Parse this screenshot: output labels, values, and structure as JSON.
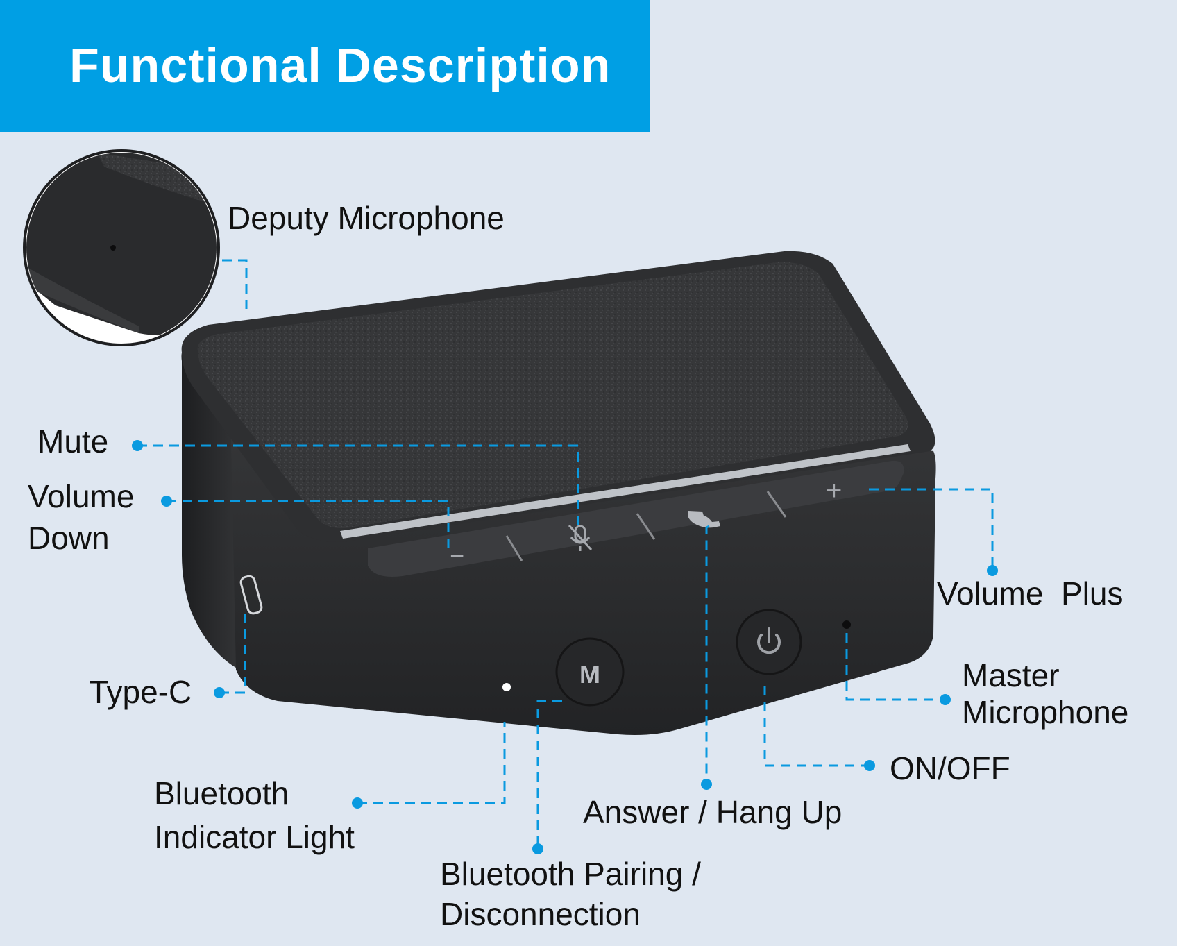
{
  "title": "Functional Description",
  "labels": {
    "deputy_microphone": "Deputy Microphone",
    "mute": "Mute",
    "volume_down_line1": "Volume",
    "volume_down_line2": "Down",
    "volume_plus": "Volume  Plus",
    "type_c": "Type-C",
    "master_microphone_line1": "Master",
    "master_microphone_line2": "Microphone",
    "on_off": "ON/OFF",
    "answer_hang_up": "Answer / Hang Up",
    "bluetooth_indicator_line1": "Bluetooth",
    "bluetooth_indicator_line2": "Indicator Light",
    "bluetooth_pairing_line1": "Bluetooth Pairing /",
    "bluetooth_pairing_line2": "Disconnection"
  },
  "device": {
    "m_button_glyph": "M",
    "minus_glyph": "−",
    "plus_glyph": "+"
  },
  "colors": {
    "banner": "#009fe4",
    "background": "#dfe7f1",
    "leader_lines": "#0a9ae0",
    "device_body": "#2b2c2e",
    "fabric": "#3a3b3d"
  },
  "icons": [
    "mute-mic-icon",
    "phone-icon",
    "power-icon"
  ]
}
